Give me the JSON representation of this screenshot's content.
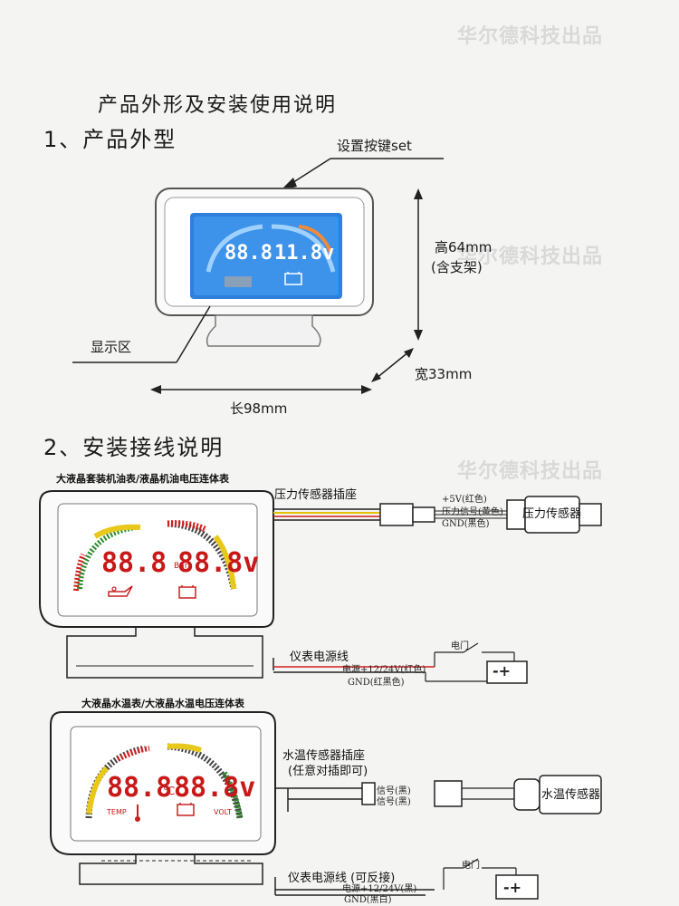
{
  "watermark": "华尔德科技出品",
  "heading_main": "产品外形及安装使用说明",
  "section1": {
    "title": "1、产品外型",
    "set_key_label": "设置按键set",
    "height_label": "高64mm",
    "height_note": "(含支架)",
    "display_label": "显示区",
    "width_label": "宽33mm",
    "length_label": "长98mm",
    "display_left": "88.8",
    "display_right": "11.8v"
  },
  "section2": {
    "title": "2、安装接线说明",
    "gauge1": {
      "caption": "大液晶套装机油表/液晶机油电压连体表",
      "left_value": "88.8",
      "left_unit": "Bar",
      "right_value": "88.8v",
      "sensor_socket_label": "压力传感器插座",
      "wire1": "+5V(红色)",
      "wire2": "压力信号(黄色)",
      "wire3": "GND(黑色)",
      "sensor_label": "压力传感器",
      "power_label": "仪表电源线",
      "power_wire1": "电源+12/24V(红色)",
      "power_wire2": "GND(红黑色)",
      "switch_label": "电门",
      "battery_label": "-+"
    },
    "gauge2": {
      "caption": "大液晶水温表/大液晶水温电压连体表",
      "left_value": "88.8",
      "left_unit": "℃",
      "right_value": "88.8v",
      "temp_label": "TEMP",
      "volt_label": "VOLT",
      "sensor_socket_label": "水温传感器插座",
      "sensor_socket_note": "(任意对插即可)",
      "wire1": "信号(黑)",
      "wire2": "信号(黑)",
      "sensor_label": "水温传感器",
      "power_label": "仪表电源线 (可反接)",
      "power_wire1": "电源+12/24V(黑)",
      "power_wire2": "GND(黑白)",
      "switch_label": "电门",
      "battery_label": "-+"
    }
  }
}
